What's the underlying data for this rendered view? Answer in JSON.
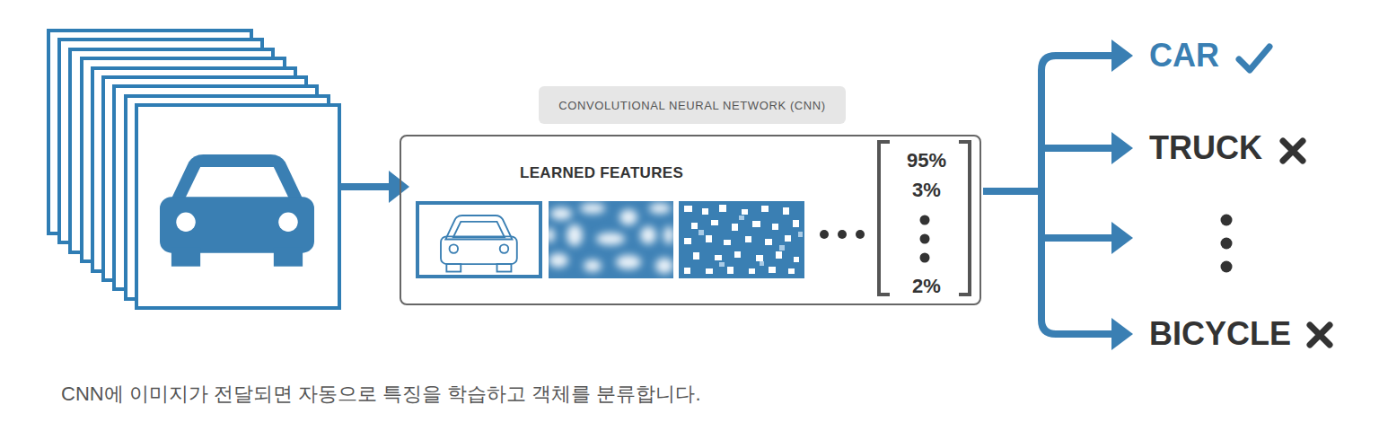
{
  "diagram": {
    "caption": "CNN에 이미지가 전달되면 자동으로 특징을 학습하고 객체를 분류합니다.",
    "nodes": [
      {
        "text": [
          "CONVOLUTIONAL NEURAL NETWORK (CNN)"
        ]
      },
      {
        "text": [
          "LEARNED FEATURES",
          "95%",
          "3%",
          "2%"
        ]
      }
    ],
    "labels": [
      "CAR",
      "TRUCK",
      "BICYCLE"
    ]
  }
}
